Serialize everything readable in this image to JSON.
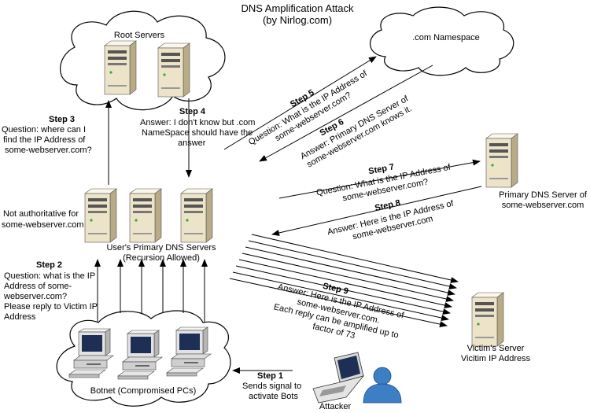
{
  "title": "DNS Amplification Attack",
  "subtitle": "(by Nirlog.com)",
  "nodes": {
    "root_servers": "Root Servers",
    "com_namespace": ".com Namespace",
    "primary_dns_line1": "Primary DNS Server of",
    "primary_dns_line2": "some-webserver.com",
    "user_dns_line1": "User's Primary DNS Servers",
    "user_dns_line2": "(Recursion Allowed)",
    "not_auth_line1": "Not authoritative for",
    "not_auth_line2": "some-webserver.com",
    "victim_line1": "Victim's Server",
    "victim_line2": "Vicitim IP Address",
    "botnet": "Botnet (Compromised PCs)",
    "attacker": "Attacker"
  },
  "steps": {
    "s1": {
      "title": "Step 1",
      "lines": [
        "Sends signal to",
        "activate Bots"
      ]
    },
    "s2": {
      "title": "Step 2",
      "lines": [
        "Question: what is the IP",
        "Address of some-",
        "webserver.com?",
        "Please reply to Victim IP",
        "Address"
      ]
    },
    "s3": {
      "title": "Step 3",
      "lines": [
        "Question: where can I",
        "find the IP Address of",
        "some-webserver.com?"
      ]
    },
    "s4": {
      "title": "Step 4",
      "lines": [
        "Answer: I don't know but .com",
        "NameSpace should have the",
        "answer"
      ]
    },
    "s5": {
      "title": "Step 5",
      "lines": [
        "Question: What is the IP Address of",
        "some-webserver.com?"
      ]
    },
    "s6": {
      "title": "Step 6",
      "lines": [
        "Answer: Primary DNS Server of",
        "some-webserver.com knows it."
      ]
    },
    "s7": {
      "title": "Step 7",
      "lines": [
        "Question: What is the IP Address of",
        "some-webserver.com?"
      ]
    },
    "s8": {
      "title": "Step 8",
      "lines": [
        "Answer: Here is the IP Address of",
        "some-webserver.com"
      ]
    },
    "s9": {
      "title": "Step 9",
      "lines": [
        "Answer: Here is the IP Address of",
        "some-webserver.com.",
        "Each reply can be amplified up to",
        "factor of 73"
      ]
    }
  },
  "colors": {
    "cloud_fill": "#ffffff",
    "cloud_stroke": "#000000",
    "server_body": "#e9e0c4",
    "server_front": "#f4eedb",
    "server_side": "#b8ab86",
    "arrow": "#000000",
    "person": "#3d7fc4"
  }
}
